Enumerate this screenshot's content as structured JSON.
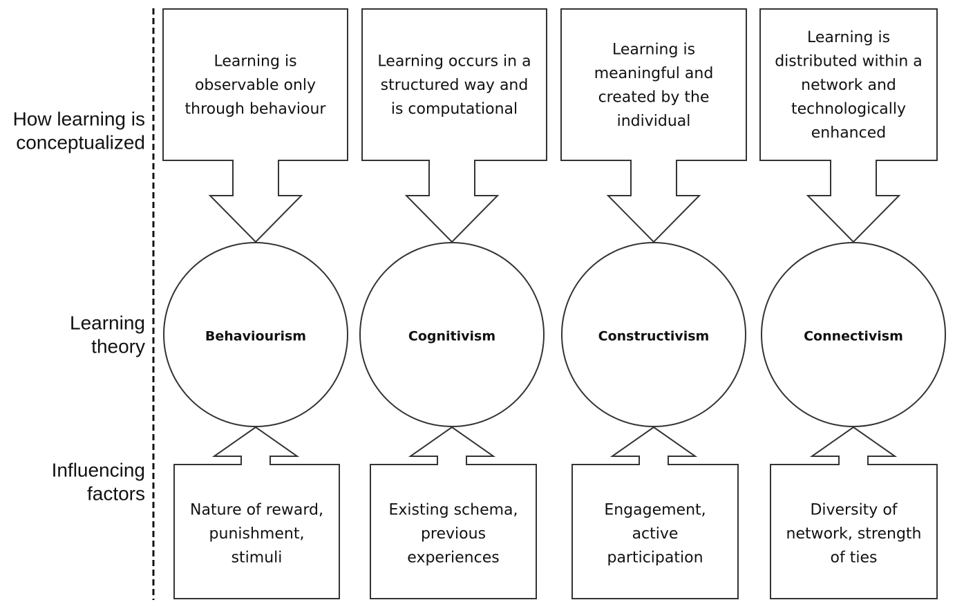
{
  "row_labels": [
    {
      "id": "conceptualized",
      "lines": [
        "How learning is",
        "conceptualized"
      ]
    },
    {
      "id": "theory",
      "lines": [
        "Learning",
        "theory"
      ]
    },
    {
      "id": "factors",
      "lines": [
        "Influencing",
        "factors"
      ]
    }
  ],
  "columns": [
    {
      "theory": "Behaviourism",
      "concept": [
        "Learning is",
        "observable only",
        "through behaviour"
      ],
      "factors": [
        "Nature of reward,",
        "punishment,",
        "stimuli"
      ]
    },
    {
      "theory": "Cognitivism",
      "concept": [
        "Learning occurs in a",
        "structured way and",
        "is computational"
      ],
      "factors": [
        "Existing schema,",
        "previous",
        "experiences"
      ]
    },
    {
      "theory": "Constructivism",
      "concept": [
        "Learning is",
        "meaningful and",
        "created by the",
        "individual"
      ],
      "factors": [
        "Engagement,",
        "active",
        "participation"
      ]
    },
    {
      "theory": "Connectivism",
      "concept": [
        "Learning is",
        "distributed within a",
        "network and",
        "technologically",
        "enhanced"
      ],
      "factors": [
        "Diversity of",
        "network, strength",
        "of ties"
      ]
    }
  ]
}
